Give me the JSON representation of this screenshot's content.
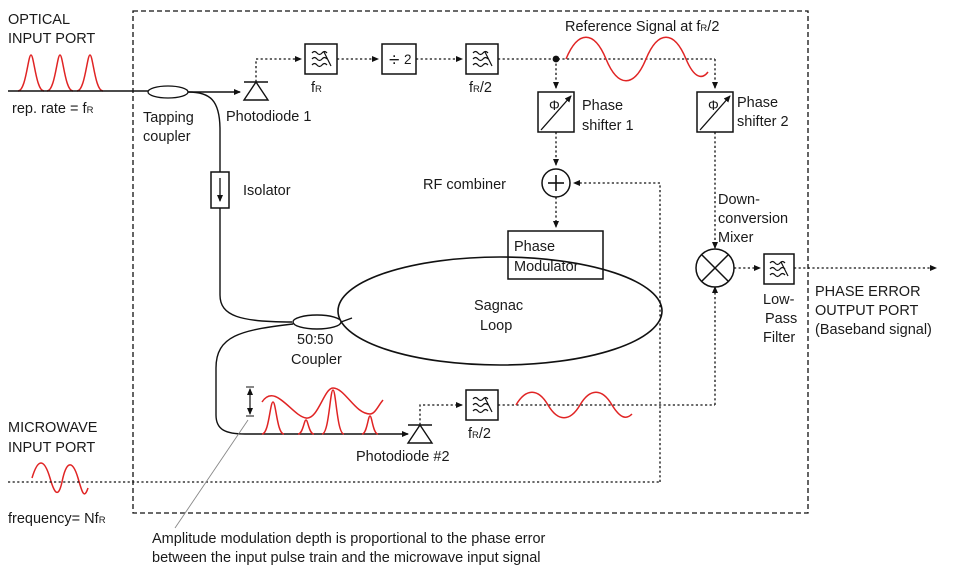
{
  "labels": {
    "optical_port_1": "OPTICAL",
    "optical_port_2": "INPUT PORT",
    "rep_rate_prefix": "rep. rate = f",
    "rep_rate_sub": "R",
    "tapping_1": "Tapping",
    "tapping_2": "coupler",
    "photodiode_1": "Photodiode 1",
    "filter_fr_main": "f",
    "filter_fr_sub": "R",
    "divider_symbol": "÷",
    "divider_value": "2",
    "filter_fr2_main": "f",
    "filter_fr2_sub": "R",
    "filter_fr2_tail": "/2",
    "ref_signal_prefix": "Reference Signal at f",
    "ref_signal_sub": "R",
    "ref_signal_tail": "/2",
    "phase_symbol": "Φ",
    "phase_shifter_1_a": "Phase",
    "phase_shifter_1_b": "shifter 1",
    "phase_shifter_2_a": "Phase",
    "phase_shifter_2_b": "shifter 2",
    "isolator": "Isolator",
    "rf_combiner": "RF combiner",
    "downconv_1": "Down-",
    "downconv_2": "conversion",
    "downconv_3": "Mixer",
    "phase_mod_1": "Phase",
    "phase_mod_2": "Modulator",
    "sagnac_1": "Sagnac",
    "sagnac_2": "Loop",
    "coupler_5050_1": "50:50",
    "coupler_5050_2": "Coupler",
    "lpf_1": "Low-",
    "lpf_2": "Pass",
    "lpf_3": "Filter",
    "phase_error_1": "PHASE ERROR",
    "phase_error_2": "OUTPUT PORT",
    "phase_error_3": "(Baseband signal)",
    "microwave_1": "MICROWAVE",
    "microwave_2": "INPUT PORT",
    "frequency_prefix": "frequency= Nf",
    "frequency_sub": "R",
    "photodiode_2": "Photodiode #2",
    "filter_pd2_main": "f",
    "filter_pd2_sub": "R",
    "filter_pd2_tail": "/2",
    "caption_1": "Amplitude modulation depth is proportional to the phase error",
    "caption_2": "between the input pulse train and the microwave input signal"
  },
  "colors": {
    "signal": "#e02424",
    "line": "#111111"
  },
  "icons": [
    "photodiode-icon",
    "bandpass-filter-icon",
    "divider-icon",
    "phase-shifter-icon",
    "rf-combiner-icon",
    "mixer-icon",
    "isolator-icon",
    "lowpass-filter-icon"
  ]
}
